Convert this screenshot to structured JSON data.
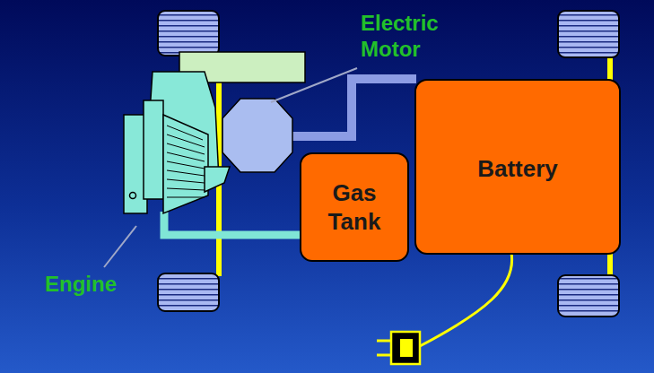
{
  "diagram": {
    "nodes": [
      {
        "text": [
          "Gas Tank"
        ]
      },
      {
        "text": [
          "Battery"
        ]
      }
    ],
    "labels": [
      "Electric Motor",
      "Engine"
    ]
  }
}
